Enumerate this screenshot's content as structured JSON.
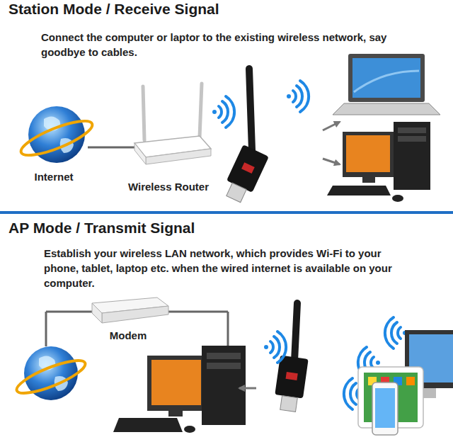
{
  "diagram": {
    "nodes": [
      {
        "text": [
          "Station Mode / Receive Signal",
          "Connect the computer or laptor to the existing wireless network, say goodbye to cables."
        ]
      },
      {
        "text": [
          "Internet"
        ],
        "in": 0
      },
      {
        "text": [
          "Wireless Router"
        ],
        "in": 0
      },
      {
        "text": [
          "AP Mode / Transmit Signal",
          "Establish your wireless LAN network, which provides Wi-Fi to your phone, tablet, laptop etc. when the wired internet is available on your computer."
        ]
      },
      {
        "text": [
          "Modem"
        ],
        "in": 3
      }
    ],
    "edges": [
      {
        "from": 1,
        "to": 2,
        "arrow": "none"
      }
    ]
  }
}
